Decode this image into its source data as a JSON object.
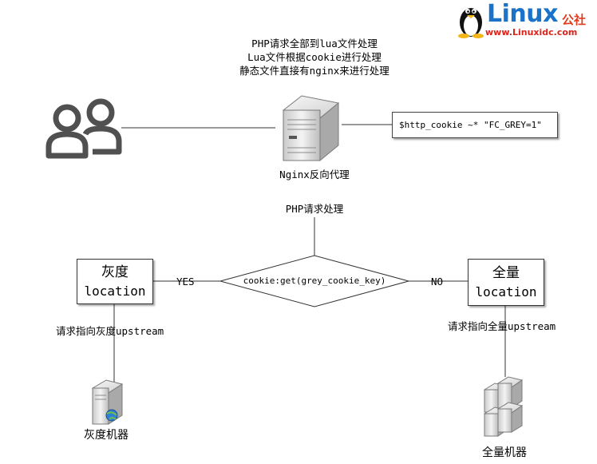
{
  "notes": {
    "line1": "PHP请求全部到lua文件处理",
    "line2": "Lua文件根据cookie进行处理",
    "line3": "静态文件直接有nginx来进行处理"
  },
  "logo": {
    "word": "Linux",
    "suffix": "公社",
    "url": "www.Linuxidc.com"
  },
  "proxy": {
    "label": "Nginx反向代理",
    "cookie_rule": "$http_cookie ~* \"FC_GREY=1\"",
    "php_label": "PHP请求处理"
  },
  "decision": {
    "label": "cookie:get(grey_cookie_key)",
    "yes": "YES",
    "no": "NO"
  },
  "grey": {
    "title": "灰度",
    "subtitle": "location",
    "route": "请求指向灰度upstream",
    "machine": "灰度机器"
  },
  "full": {
    "title": "全量",
    "subtitle": "location",
    "route": "请求指向全量upstream",
    "machine": "全量机器"
  },
  "icons": {
    "users": "users-icon",
    "server": "server-icon",
    "grey_server": "globe-server-icon",
    "cluster": "server-cluster-icon",
    "logo": "tux-penguin-icon"
  }
}
